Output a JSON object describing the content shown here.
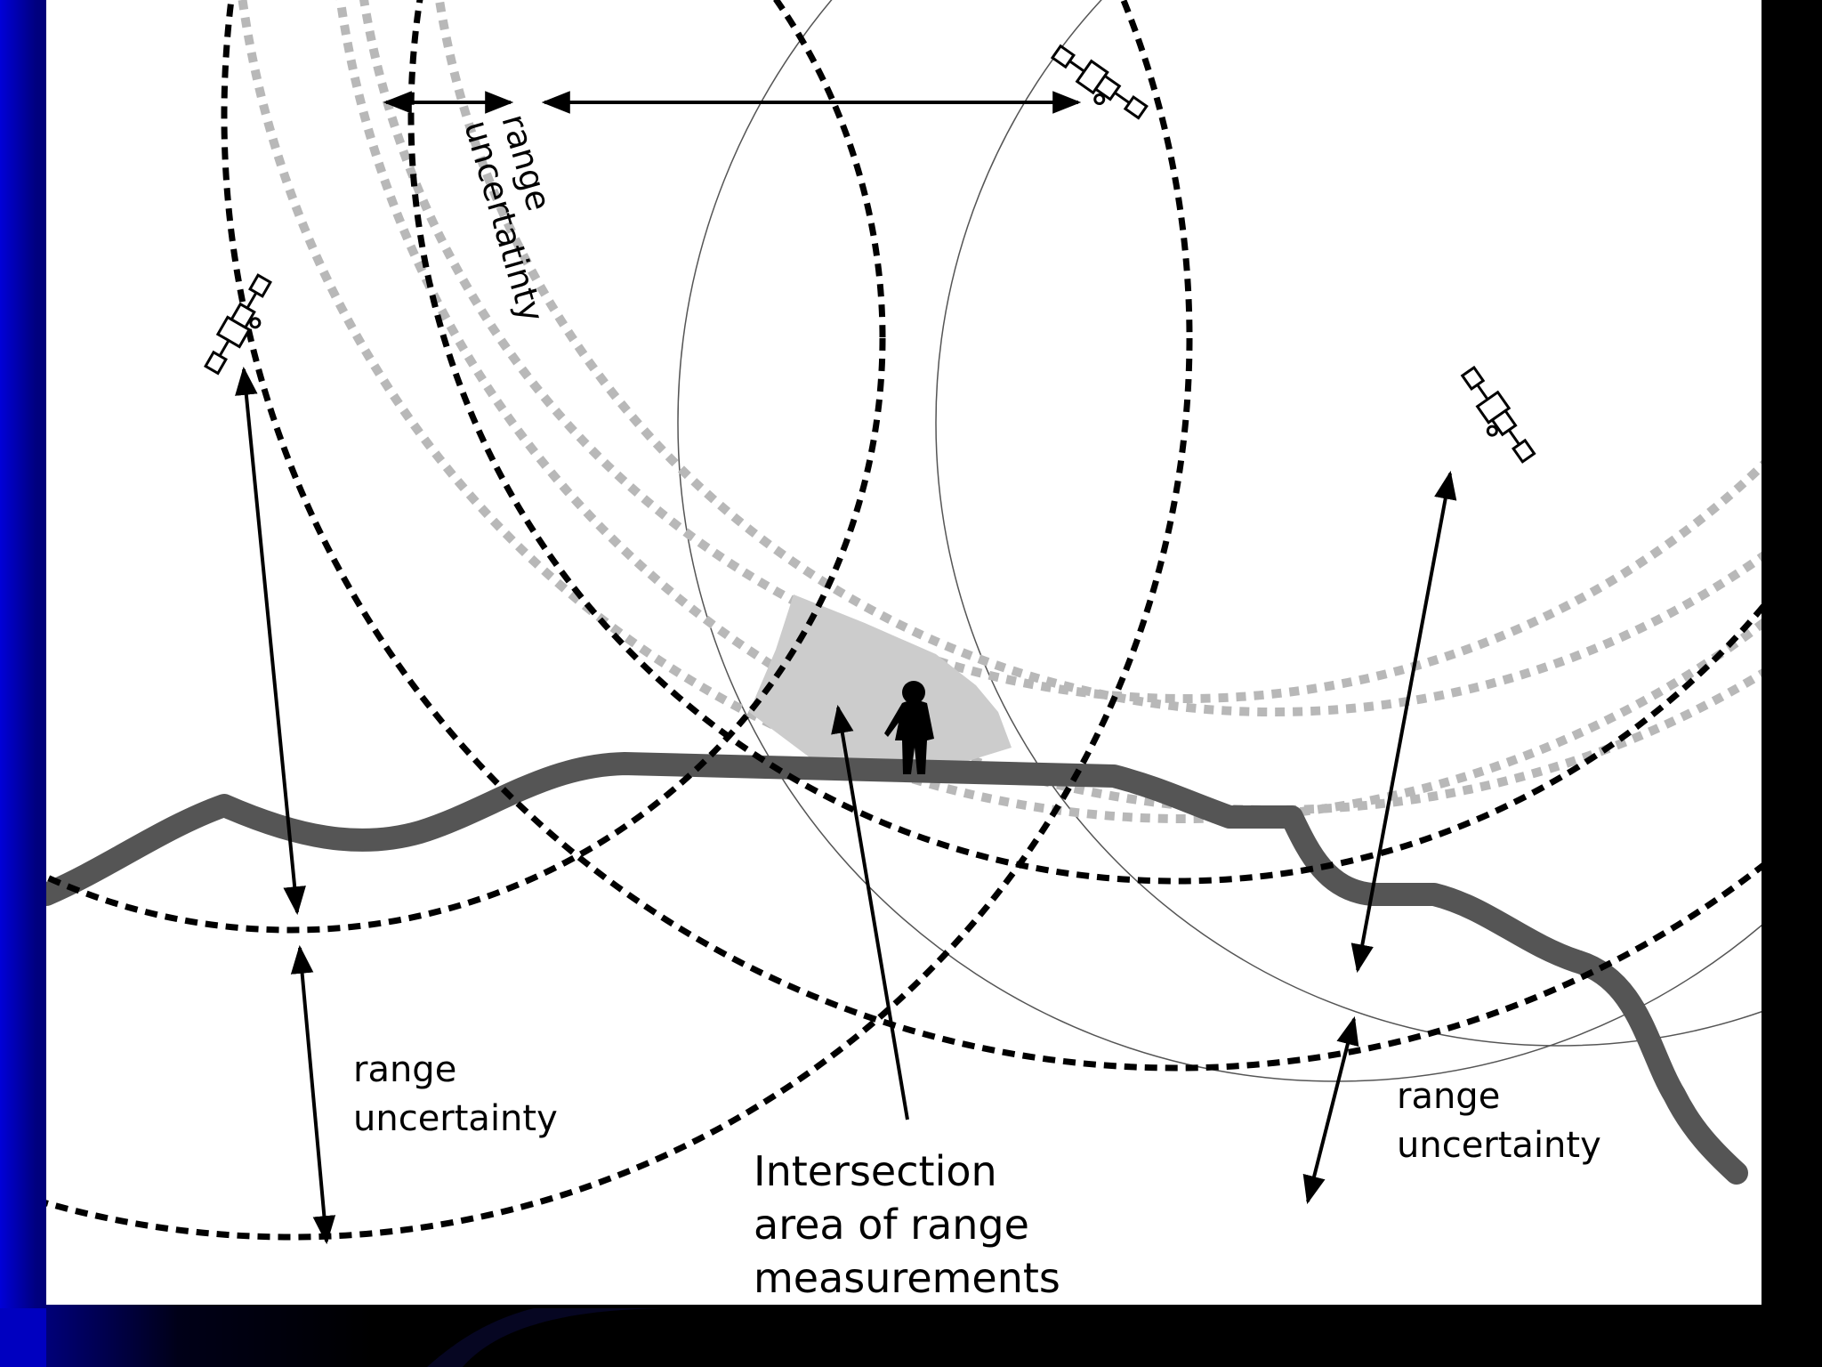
{
  "labels": {
    "top_range_uncertainty_line1": "range",
    "top_range_uncertainty_line2": "uncertatinty",
    "left_range_uncertainty_line1": "range",
    "left_range_uncertainty_line2": "uncertainty",
    "right_range_uncertainty_line1": "range",
    "right_range_uncertainty_line2": "uncertainty",
    "intersection_line1": "Intersection",
    "intersection_line2": "area of range",
    "intersection_line3": "measurements"
  },
  "icons": {
    "satellite": "satellite-icon",
    "person": "person-icon"
  },
  "colors": {
    "slide_background": "#000000",
    "slide_gradient_blue": "#0000d8",
    "diagram_background": "#ffffff",
    "dashed_range_line": "#000000",
    "uncertainty_band": "#b8b8b8",
    "terrain": "#555555",
    "intersection_area": "#cccccc",
    "thin_circle": "#555555"
  }
}
